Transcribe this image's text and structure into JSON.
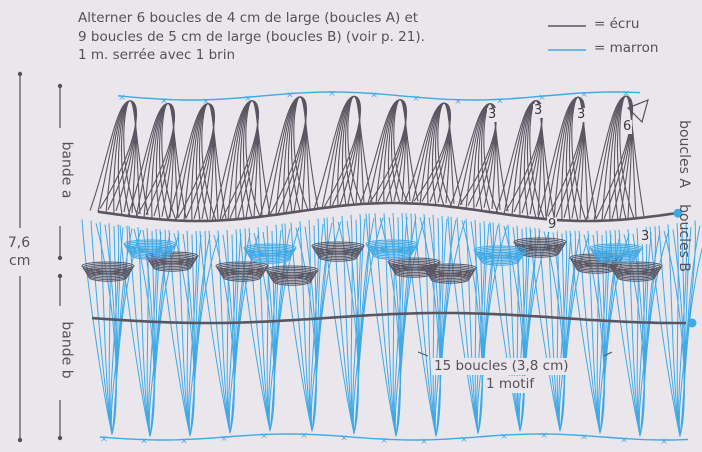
{
  "instructions": {
    "line1": "Alterner 6 boucles de 4 cm de large (boucles A) et",
    "line2": "9 boucles de 5 cm de large (boucles B) (voir p. 21).",
    "line3": "1 m. serrée avec 1 brin"
  },
  "legend": {
    "ecru": {
      "label": "= écru",
      "color": "#5a5560"
    },
    "marron": {
      "label": "= marron",
      "color": "#3fa9e6"
    }
  },
  "height": {
    "value": "7,6",
    "unit": "cm"
  },
  "bands": {
    "a": "bande a",
    "b": "bande b"
  },
  "loops": {
    "a": "boucles A",
    "b": "boucles B"
  },
  "loop_counts": [
    "3",
    "3",
    "3",
    "6",
    "9",
    "3"
  ],
  "motif": {
    "loops": "15 boucles (3,8 cm)",
    "label": "1 motif"
  },
  "colors": {
    "ecru": "#5a5560",
    "marron": "#3fa9e6",
    "background": "#e9e7ec",
    "ink": "#555157"
  }
}
